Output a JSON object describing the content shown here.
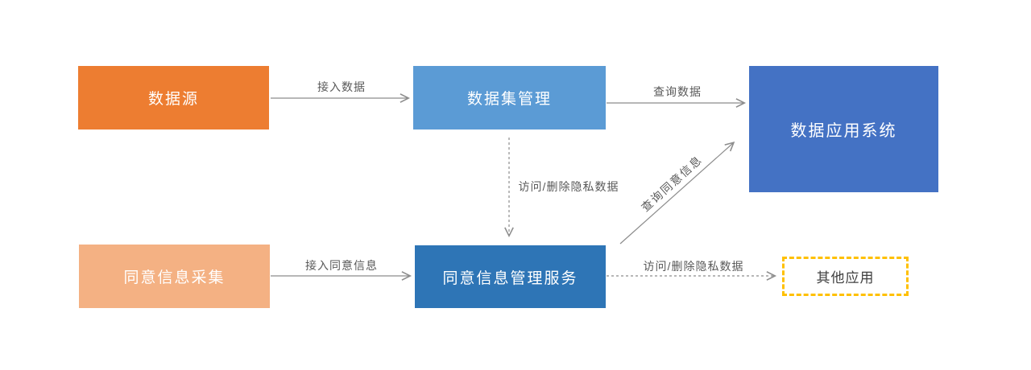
{
  "diagram": {
    "title": "",
    "nodes": [
      {
        "id": "data-source",
        "label": "数据源",
        "fill": "#ED7D31",
        "text_color": "#FFFFFF",
        "shape": "solid-rect"
      },
      {
        "id": "dataset-management",
        "label": "数据集管理",
        "fill": "#5B9BD5",
        "text_color": "#FFFFFF",
        "shape": "solid-rect"
      },
      {
        "id": "data-application-system",
        "label": "数据应用系统",
        "fill": "#4472C4",
        "text_color": "#FFFFFF",
        "shape": "solid-rect"
      },
      {
        "id": "consent-info-collection",
        "label": "同意信息采集",
        "fill": "#F4B183",
        "text_color": "#FFFFFF",
        "shape": "solid-rect"
      },
      {
        "id": "consent-info-management-service",
        "label": "同意信息管理服务",
        "fill": "#2E75B6",
        "text_color": "#FFFFFF",
        "shape": "solid-rect"
      },
      {
        "id": "other-applications",
        "label": "其他应用",
        "fill": "#FFFFFF",
        "border_color": "#FFC000",
        "text_color": "#404040",
        "shape": "dashed-rect"
      }
    ],
    "edges": [
      {
        "from": "data-source",
        "to": "dataset-management",
        "label": "接入数据",
        "style": "solid"
      },
      {
        "from": "dataset-management",
        "to": "data-application-system",
        "label": "查询数据",
        "style": "solid"
      },
      {
        "from": "dataset-management",
        "to": "consent-info-management-service",
        "label": "访问/删除隐私数据",
        "style": "dashed"
      },
      {
        "from": "consent-info-management-service",
        "to": "data-application-system",
        "label": "查询同意信息",
        "style": "solid",
        "rotation_deg": -42
      },
      {
        "from": "consent-info-collection",
        "to": "consent-info-management-service",
        "label": "接入同意信息",
        "style": "solid"
      },
      {
        "from": "consent-info-management-service",
        "to": "other-applications",
        "label": "访问/删除隐私数据",
        "style": "dashed"
      }
    ],
    "colors": {
      "arrow_line": "#8C8C8C",
      "edge_label_text": "#595959",
      "background": "#FFFFFF"
    }
  }
}
